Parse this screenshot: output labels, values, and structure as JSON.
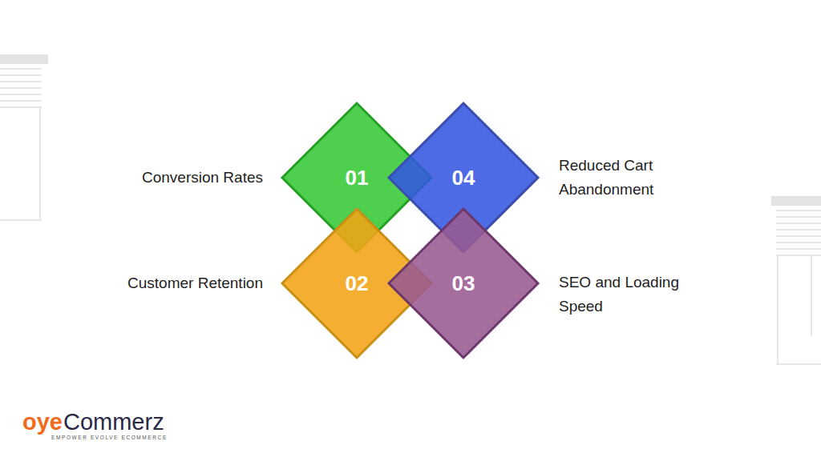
{
  "diagram": {
    "nodes": [
      {
        "text": [
          "01"
        ]
      },
      {
        "text": [
          "04"
        ]
      },
      {
        "text": [
          "02"
        ]
      },
      {
        "text": [
          "03"
        ]
      }
    ],
    "labels": [
      "Conversion Rates",
      "Reduced Cart Abandonment",
      "Customer Retention",
      "SEO and Loading Speed",
      "oye",
      "Commerz",
      "EMPOWER EVOLVE ECOMMERCE"
    ]
  }
}
